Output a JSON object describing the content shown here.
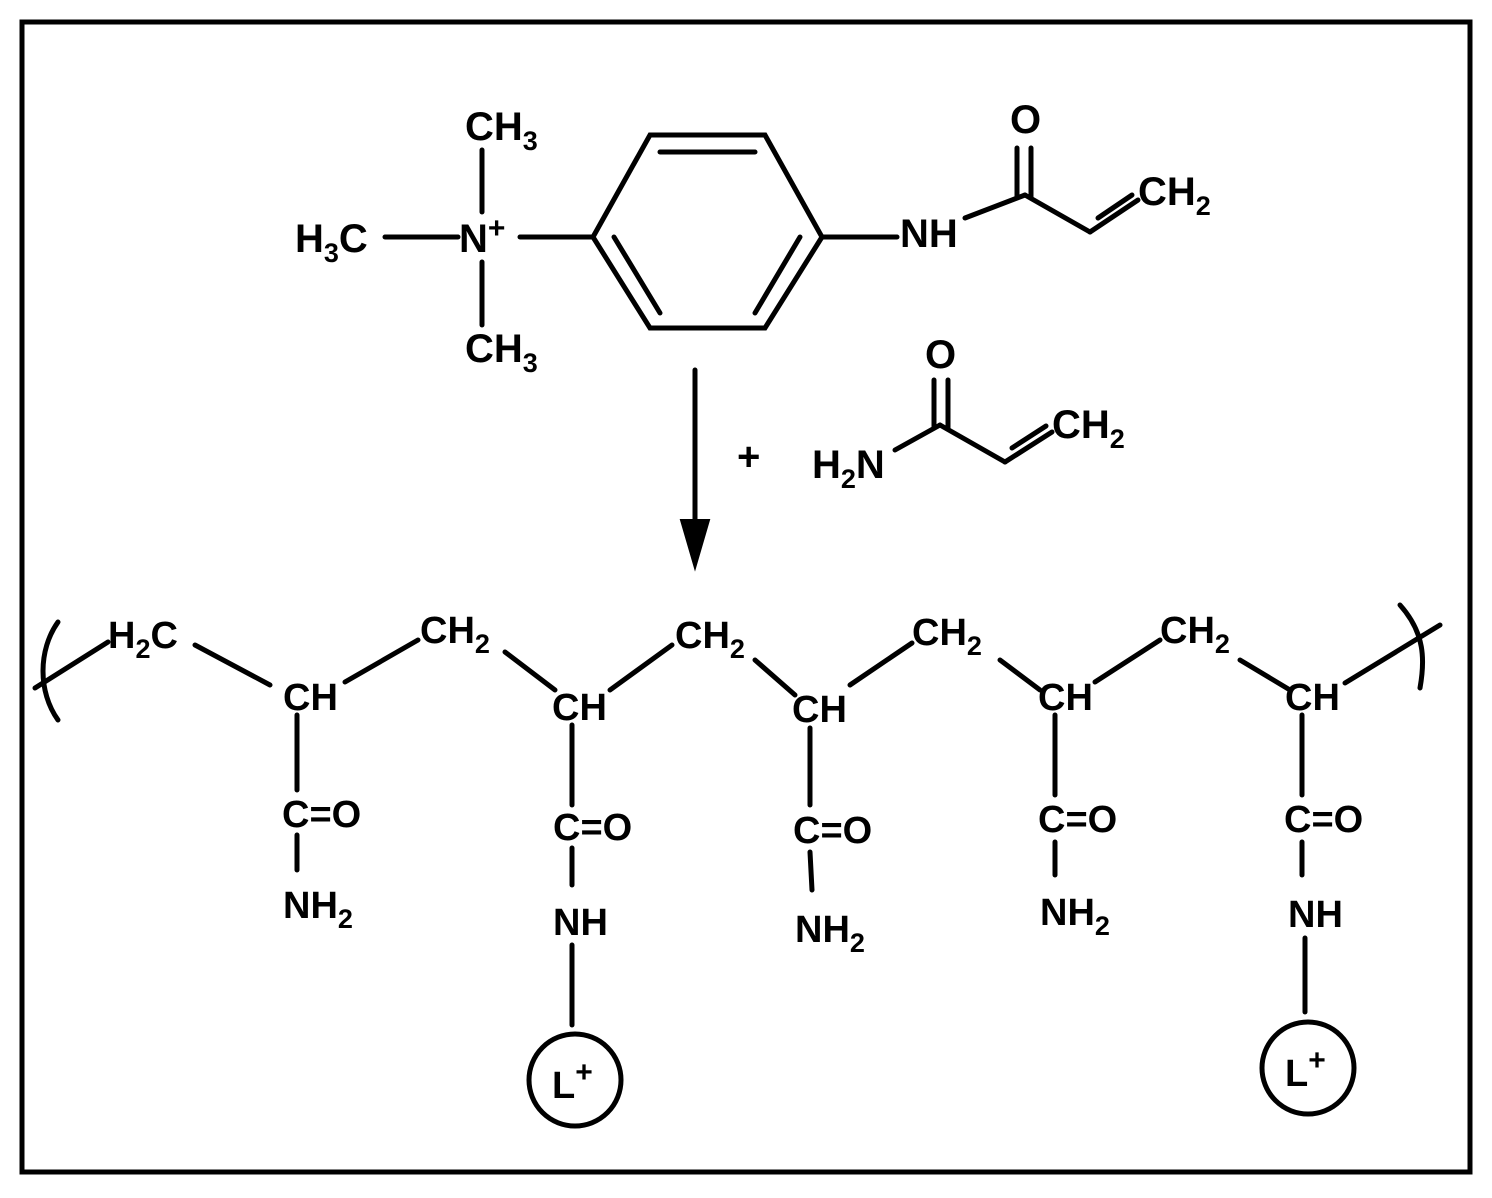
{
  "monomer1": {
    "methyl_top": "CH",
    "methyl_top_sub": "3",
    "methyl_left_a": "H",
    "methyl_left_sub": "3",
    "methyl_left_b": "C",
    "nitrogen": "N",
    "nitrogen_charge": "+",
    "methyl_bottom": "CH",
    "methyl_bottom_sub": "3",
    "amide_nh": "NH",
    "carbonyl_o": "O",
    "vinyl": "CH",
    "vinyl_sub": "2"
  },
  "plus_sign": "+",
  "monomer2": {
    "amine_a": "H",
    "amine_sub": "2",
    "amine_b": "N",
    "carbonyl_o": "O",
    "vinyl": "CH",
    "vinyl_sub": "2"
  },
  "polymer": {
    "end_group_a": "H",
    "end_group_sub": "2",
    "end_group_b": "C",
    "methylene": "CH",
    "methylene_sub": "2",
    "methine": "CH",
    "carbonyl": "C=O",
    "amide_nh2": "NH",
    "amide_nh2_sub": "2",
    "amide_nh": "NH",
    "ligand": "L",
    "ligand_charge": "+"
  }
}
